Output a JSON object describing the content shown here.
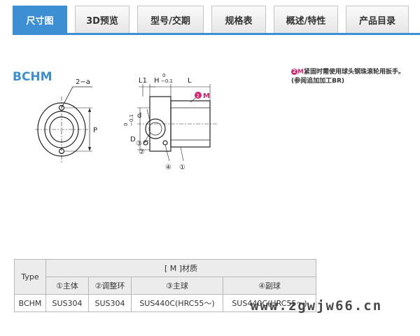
{
  "tabs": [
    {
      "label": "尺寸图",
      "active": true
    },
    {
      "label": "3D预览",
      "active": false
    },
    {
      "label": "型号/交期",
      "active": false
    },
    {
      "label": "规格表",
      "active": false
    },
    {
      "label": "概述/特性",
      "active": false
    },
    {
      "label": "产品目录",
      "active": false
    }
  ],
  "product": {
    "code": "BCHM"
  },
  "note": {
    "badge": "2",
    "badge_suffix": "M",
    "line1": "紧固时需使用球头钢珠滚轮用扳手。",
    "line2": "(参阅追加加工BR)"
  },
  "drawing": {
    "labels": {
      "holes": "2−a",
      "p": "P",
      "l1": "L1",
      "h": "H",
      "h_tol": "0",
      "h_tol2": "−0.1",
      "l": "L",
      "d": "d",
      "dia": "D",
      "dia_tol": "0",
      "dia_tol2": "−0.1",
      "mark2": "2",
      "mark2_suffix": "M",
      "c1": "①",
      "c2": "②",
      "c3": "③",
      "c4": "④"
    }
  },
  "material_table": {
    "type_header": "Type",
    "group_header": "[ M ]材质",
    "columns": [
      "①主体",
      "②调整环",
      "③主球",
      "④副球"
    ],
    "rows": [
      {
        "type": "BCHM",
        "values": [
          "SUS304",
          "SUS304",
          "SUS440C(HRC55～)",
          "SUS440C(HRC55～)"
        ]
      }
    ]
  },
  "watermark": "www.zgwjw66.cn",
  "colors": {
    "accent": "#3d8fd4",
    "badge": "#d6236f"
  }
}
